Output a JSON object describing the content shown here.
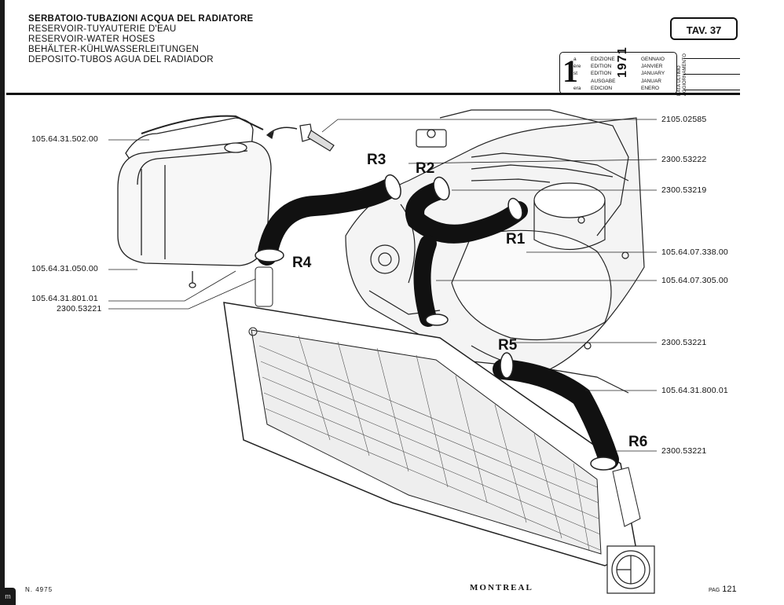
{
  "header": {
    "title_it": "SERBATOIO-TUBAZIONI ACQUA DEL RADIATORE",
    "title_fr": "RESERVOIR-TUYAUTERIE D'EAU",
    "title_en": "RESERVOIR-WATER HOSES",
    "title_de": "BEHÄLTER-KÜHLWASSERLEITUNGEN",
    "title_es": "DEPOSITO-TUBOS AGUA DEL RADIADOR",
    "plate": "TAV. 37"
  },
  "edition": {
    "number": "1",
    "year": "1971",
    "langs": [
      "a",
      "ère",
      "st",
      "",
      "era"
    ],
    "words": [
      "EDIZIONE",
      "EDITION",
      "EDITION",
      "AUSGABE",
      "EDICION"
    ],
    "months": [
      "GENNAIO",
      "JANVIER",
      "JANUARY",
      "JANUAR",
      "ENERO"
    ],
    "last_update": "DATA ULTIMO AGGIORNAMENTO"
  },
  "parts": {
    "p1": "105.64.31.502.00",
    "p2": "105.64.31.050.00",
    "p3": "105.64.31.801.01",
    "p4": "2300.53221",
    "p5": "2105.02585",
    "p6": "2300.53222",
    "p7": "2300.53219",
    "p8": "105.64.07.338.00",
    "p9": "105.64.07.305.00",
    "p10": "2300.53221",
    "p11": "105.64.31.800.01",
    "p12": "2300.53221"
  },
  "hoses": {
    "r1": "R1",
    "r2": "R2",
    "r3": "R3",
    "r4": "R4",
    "r5": "R5",
    "r6": "R6"
  },
  "footer": {
    "code": "N. 4975",
    "brand": "MONTREAL",
    "pag_label": "PAG",
    "page": "121",
    "badge": "m"
  }
}
